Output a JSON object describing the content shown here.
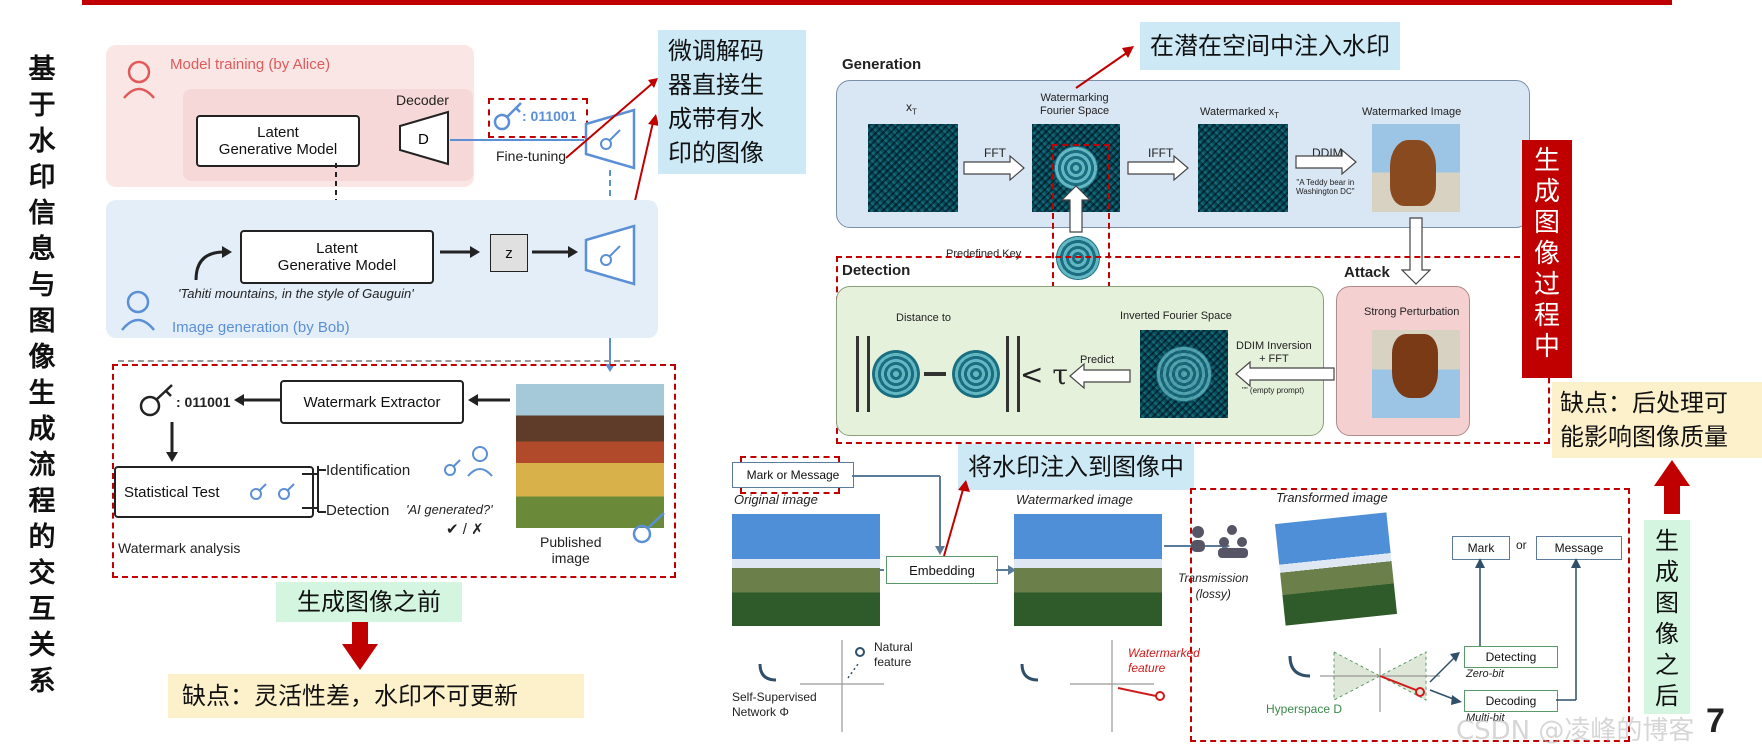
{
  "vertical_title": "基于水印信息与图像生成流程的交互关系",
  "left": {
    "model_training": "Model training (by Alice)",
    "decoder": "Decoder",
    "decoder_letter": "D",
    "latent_gm_1": "Latent\nGenerative Model",
    "key_bits_top": ": 011001",
    "fine_tuning": "Fine-tuning",
    "latent_gm_2": "Latent\nGenerative Model",
    "z": "z",
    "prompt": "'Tahiti mountains, in the style of Gauguin'",
    "image_generation": "Image generation (by Bob)",
    "key_bits_bottom": ": 011001",
    "watermark_extractor": "Watermark Extractor",
    "statistical_test": "Statistical Test",
    "identification": "Identification",
    "detection": "Detection",
    "ai_generated": "'AI generated?'",
    "check_cross": "✔ / ✗",
    "watermark_analysis": "Watermark analysis",
    "published_image": "Published\nimage",
    "callout_finetune": "微调解码\n器直接生\n成带有水\n印的图像",
    "before_label": "生成图像之前",
    "before_drawback": "缺点：灵活性差，水印不可更新"
  },
  "right_top": {
    "generation": "Generation",
    "xt": "x",
    "xt_sub": "T",
    "wm_fourier": "Watermarking\nFourier Space",
    "wm_xt": "Watermarked x",
    "wm_xt_sub": "T",
    "wm_image": "Watermarked Image",
    "fft": "FFT",
    "ifft": "IFFT",
    "ddim": "DDIM",
    "teddy_caption": "\"A Teddy bear in\nWashington DC\"",
    "predefined_key": "Predefined Key",
    "detection": "Detection",
    "attack": "Attack",
    "distance_to": "Distance to",
    "tau": "< τ",
    "predict": "Predict",
    "inverted_fourier": "Inverted Fourier Space",
    "ddim_inversion": "DDIM Inversion\n+ FFT",
    "empty_prompt": "\"\" (empty prompt)",
    "strong_perturbation": "Strong Perturbation",
    "callout_latent": "在潜在空间中注入水印",
    "during_label": "生成图像过程中",
    "after_drawback": "缺点：后处理可\n能影响图像质量"
  },
  "right_bottom": {
    "mark_or_message": "Mark or Message",
    "original_image": "Original image",
    "embedding": "Embedding",
    "callout_inject": "将水印注入到图像中",
    "watermarked_image": "Watermarked image",
    "transformed_image": "Transformed image",
    "transmission": "Transmission\n(lossy)",
    "natural_feature": "Natural\nfeature",
    "ssl_network": "Self-Supervised\nNetwork Φ",
    "watermarked_feature": "Watermarked\nfeature",
    "mark": "Mark",
    "or": "or",
    "message": "Message",
    "detecting": "Detecting",
    "zero_bit": "Zero-bit",
    "decoding": "Decoding",
    "multi_bit": "Multi-bit",
    "hyperspace": "Hyperspace D",
    "after_label": "生成图像之后",
    "page_number": "7",
    "watermark_text": "CSDN @凌峰的博客"
  },
  "colors": {
    "red": "#c00000",
    "callout_blue": "#cde9f6",
    "callout_green": "#d4f5df",
    "callout_yellow": "#fdf1cc",
    "train_bg": "#fbe6e6",
    "gen_bg": "#e3eef9",
    "detect_bg": "#e6f1dc",
    "attack_bg": "#f5d0d0"
  }
}
